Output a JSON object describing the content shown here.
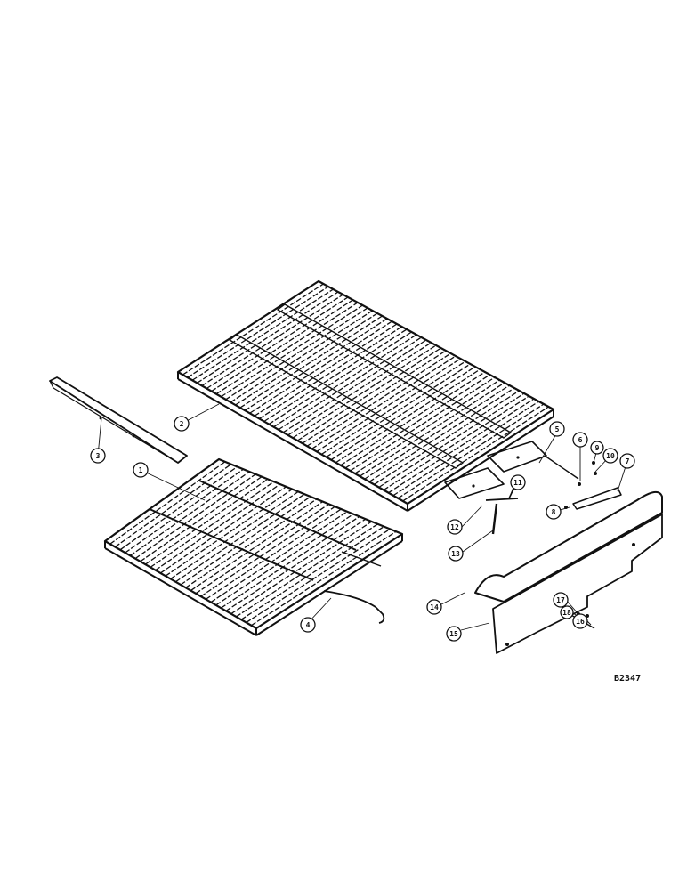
{
  "figure_code": "B2347",
  "callouts": [
    "1",
    "2",
    "3",
    "4",
    "5",
    "6",
    "7",
    "8",
    "9",
    "10",
    "11",
    "12",
    "13",
    "14",
    "15",
    "16",
    "17",
    "18"
  ],
  "colors": {
    "ink": "#111111",
    "paper": "#ffffff"
  }
}
